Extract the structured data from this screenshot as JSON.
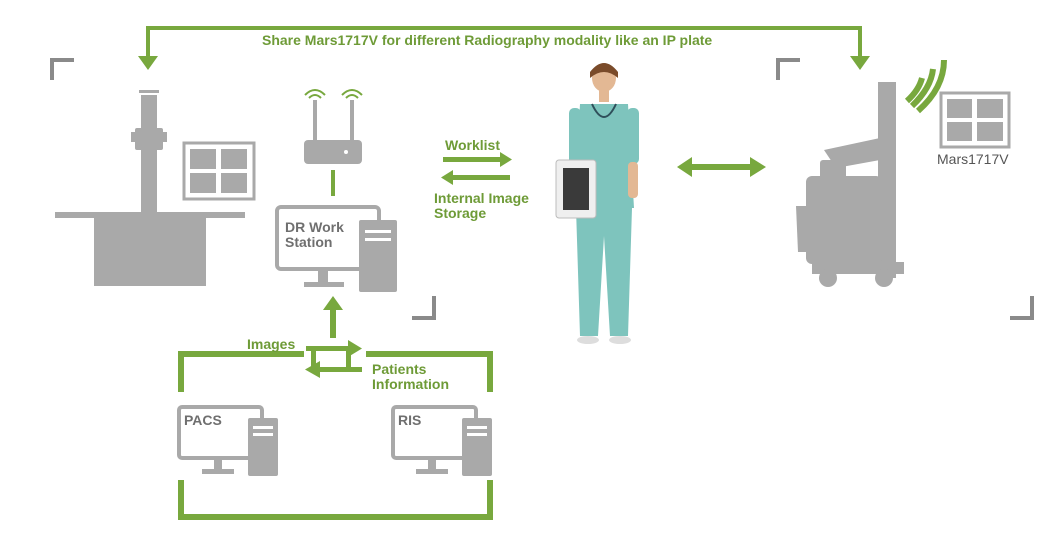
{
  "title": "Share Mars1717V for different Radiography modality like an IP plate",
  "colors": {
    "green": "#78a83e",
    "gray": "#a9a9a9",
    "dark_gray": "#6f6f6f",
    "nurse": "#7ec4bd"
  },
  "nodes": {
    "xray_table": {
      "icon": "radiography-table-icon"
    },
    "router": {
      "icon": "wifi-router-icon"
    },
    "workstation": {
      "line1": "DR Work",
      "line2": "Station",
      "icon": "computer-icon"
    },
    "nurse": {
      "icon": "nurse-with-detector-icon"
    },
    "mobile_xray": {
      "icon": "mobile-xray-icon"
    },
    "detector_label": "Mars1717V",
    "pacs": {
      "label": "PACS",
      "icon": "computer-icon"
    },
    "ris": {
      "label": "RIS",
      "icon": "computer-icon"
    }
  },
  "labels": {
    "worklist": "Worklist",
    "internal_storage_1": "Internal Image",
    "internal_storage_2": "Storage",
    "images": "Images",
    "patients_1": "Patients",
    "patients_2": "Information"
  }
}
